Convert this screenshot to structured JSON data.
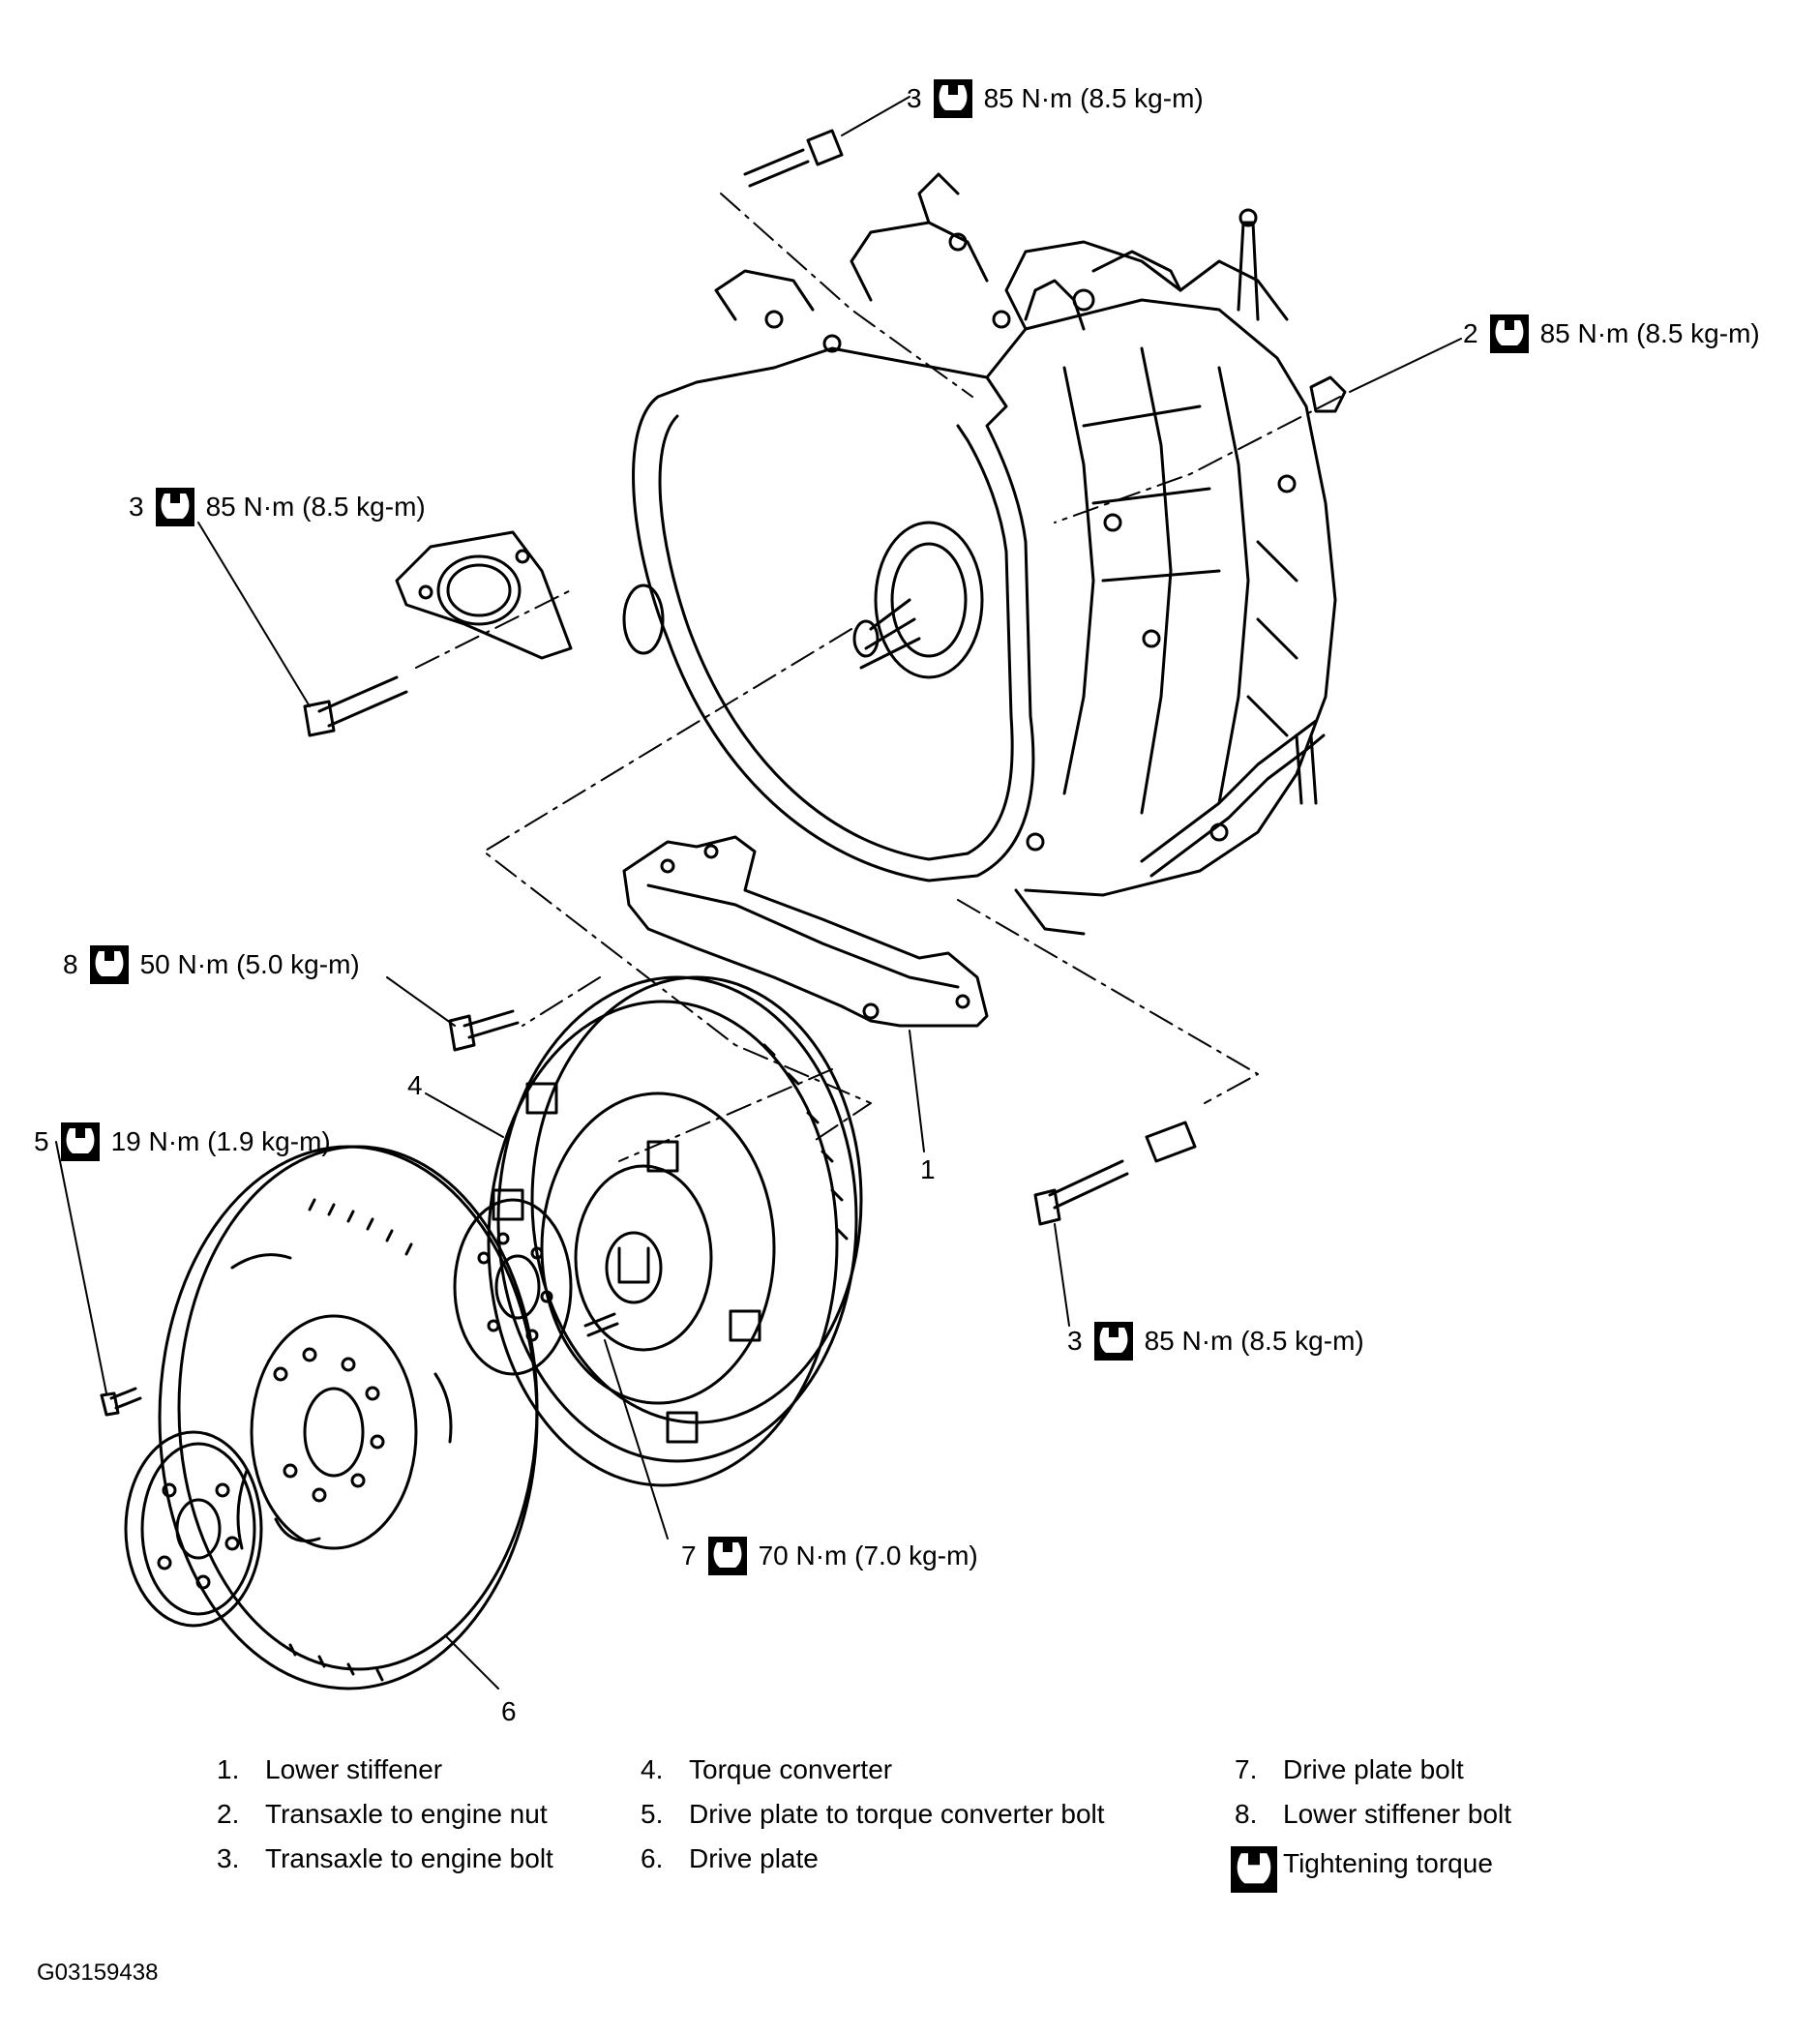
{
  "callouts": [
    {
      "num": "3",
      "torque": "85 N·m (8.5 kg-m)"
    },
    {
      "num": "2",
      "torque": "85 N·m (8.5 kg-m)"
    },
    {
      "num": "3",
      "torque": "85 N·m (8.5 kg-m)"
    },
    {
      "num": "8",
      "torque": "50 N·m (5.0 kg-m)"
    },
    {
      "num": "5",
      "torque": "19 N·m (1.9 kg-m)"
    },
    {
      "num": "3",
      "torque": "85 N·m (8.5 kg-m)"
    },
    {
      "num": "7",
      "torque": "70 N·m (7.0 kg-m)"
    }
  ],
  "part_labels": [
    "4",
    "1",
    "6"
  ],
  "legend": [
    {
      "num": "1.",
      "label": "Lower stiffener"
    },
    {
      "num": "2.",
      "label": "Transaxle to engine nut"
    },
    {
      "num": "3.",
      "label": "Transaxle to engine bolt"
    },
    {
      "num": "4.",
      "label": "Torque converter"
    },
    {
      "num": "5.",
      "label": "Drive plate to torque converter bolt"
    },
    {
      "num": "6.",
      "label": "Drive plate"
    },
    {
      "num": "7.",
      "label": "Drive plate bolt"
    },
    {
      "num": "8.",
      "label": "Lower stiffener bolt"
    }
  ],
  "legend_key": {
    "icon": "torque-wrench-icon",
    "label": "Tightening torque"
  },
  "figure_id": "G03159438"
}
